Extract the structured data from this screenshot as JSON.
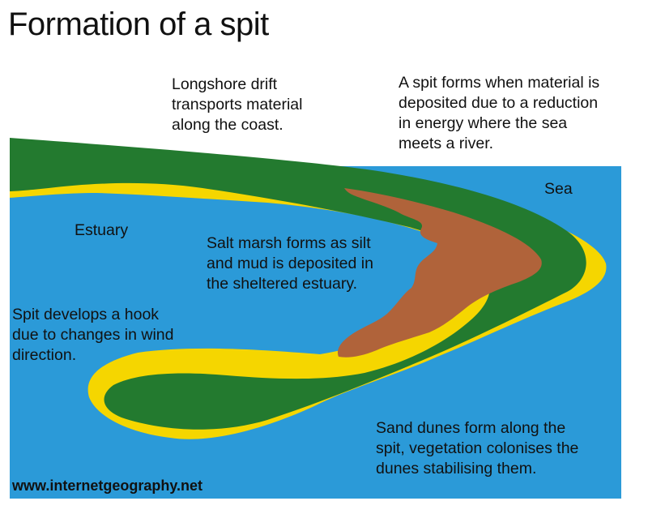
{
  "title": "Formation of a spit",
  "annotations": {
    "longshore_drift": [
      "Longshore drift",
      "transports material",
      "along the coast."
    ],
    "spit_forms": [
      "A spit forms when material is",
      "deposited due to a reduction",
      "in energy where the sea",
      "meets a river."
    ],
    "salt_marsh": [
      "Salt marsh forms as silt",
      "and mud is deposited in",
      "the sheltered estuary."
    ],
    "hook": [
      "Spit develops a hook",
      "due to changes in wind",
      "direction."
    ],
    "sand_dunes": [
      "Sand dunes form along the",
      "spit, vegetation colonises the",
      "dunes stabilising them."
    ]
  },
  "labels": {
    "sea": "Sea",
    "estuary": "Estuary"
  },
  "credit": "www.internetgeography.net",
  "colors": {
    "water": "#2b9ad8",
    "beach": "#f5d600",
    "vegetation": "#237a2f",
    "salt_marsh": "#b0633a"
  }
}
